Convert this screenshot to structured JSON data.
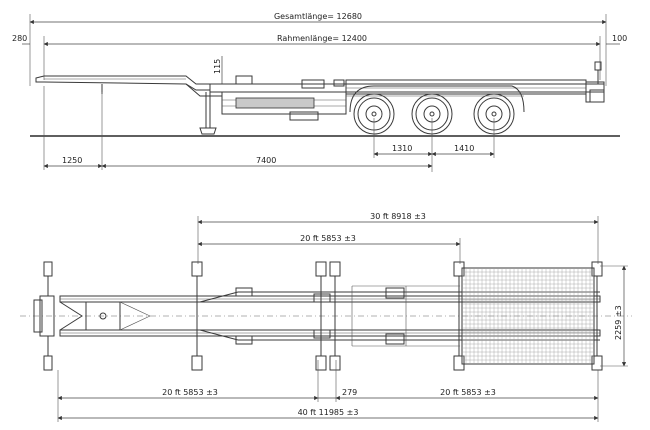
{
  "side_view": {
    "overall_length": "Gesamtlänge= 12680",
    "frame_length": "Rahmenlänge= 12400",
    "front_overhang": "280",
    "rear_overhang": "100",
    "height_offset": "115",
    "kingpin_to_leg": "1250",
    "leg_to_axle": "7400",
    "axle_spacing_1": "1310",
    "axle_spacing_2": "1410"
  },
  "top_view": {
    "dim_30ft": "30 ft  8918 ±3",
    "dim_20ft_top": "20 ft  5853 ±3",
    "dim_20ft_left": "20 ft  5853 ±3",
    "dim_gap": "279",
    "dim_20ft_right": "20 ft  5853 ±3",
    "dim_40ft": "40 ft  11985 ±3",
    "dim_width": "2259 ±3"
  }
}
